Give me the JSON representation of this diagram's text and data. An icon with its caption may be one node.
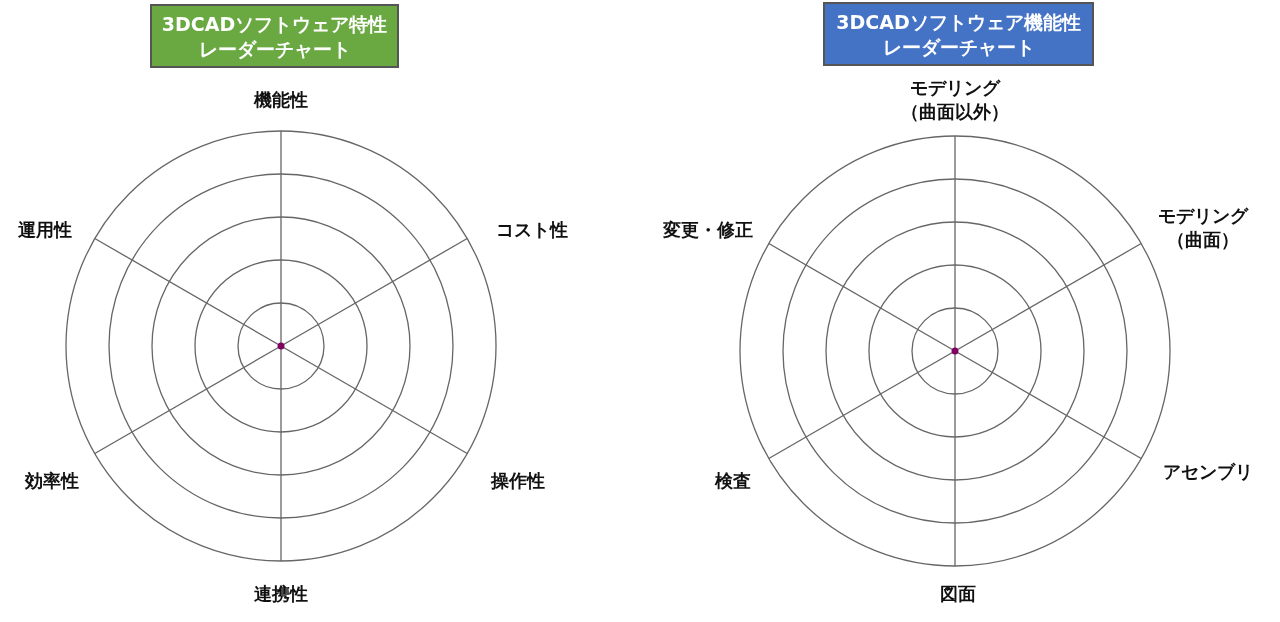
{
  "diagram": {
    "nodes": [
      {
        "text": [
          "3DCADソフトウェア特性レーダーチャート"
        ]
      },
      {
        "text": [
          "3DCADソフトウェア機能性レーダーチャート"
        ]
      }
    ],
    "labels": [
      "機能性",
      "運用性",
      "コスト性",
      "効率性",
      "操作性",
      "連携性",
      "モデリング（曲面以外）",
      "変更・修正",
      "モデリング（曲面）",
      "検査",
      "アセンブリ",
      "図面"
    ]
  }
}
